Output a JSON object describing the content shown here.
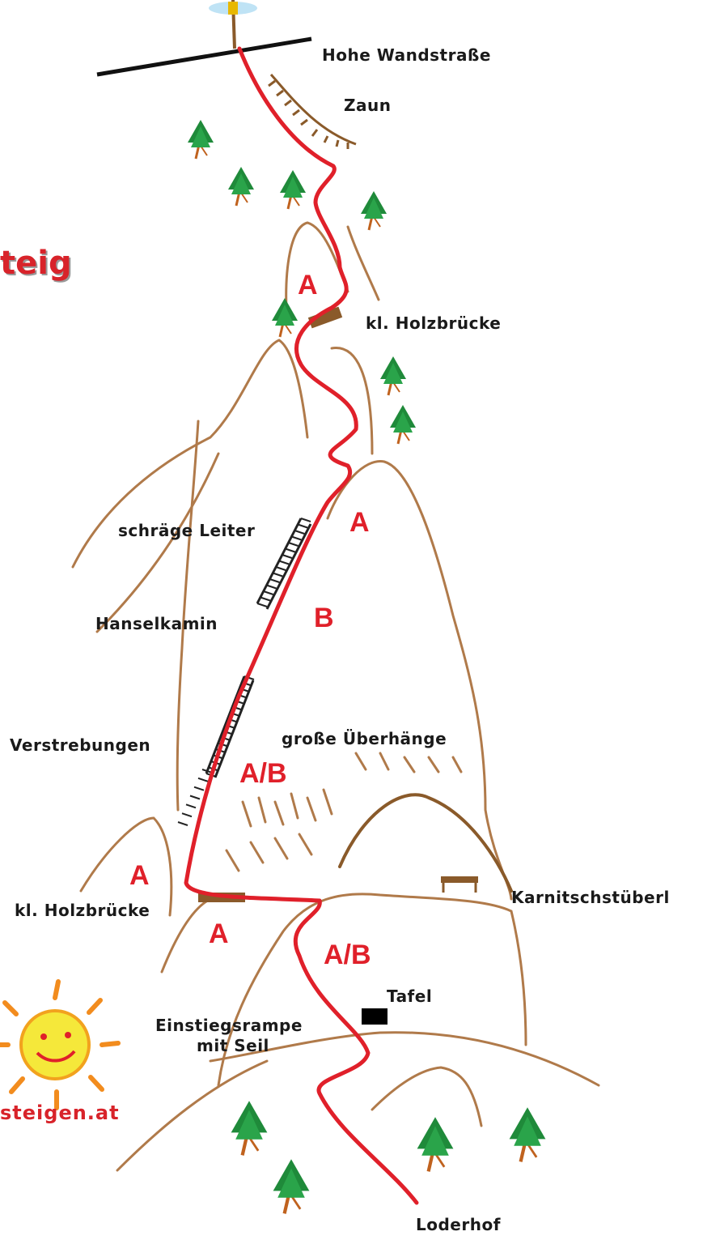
{
  "title_fragment": "teig",
  "website_fragment": "steigen.at",
  "labels": {
    "road": "Hohe Wandstraße",
    "fence": "Zaun",
    "bridge_upper": "kl. Holzbrücke",
    "ladder": "schräge Leiter",
    "chimney": "Hanselkamin",
    "struts": "Verstrebungen",
    "overhangs": "große Überhänge",
    "hut": "Karnitschstüberl",
    "bridge_lower": "kl. Holzbrücke",
    "sign": "Tafel",
    "ramp_line1": "Einstiegsrampe",
    "ramp_line2": "mit Seil",
    "start": "Loderhof"
  },
  "grades": {
    "g1": "A",
    "g2": "A",
    "g3": "B",
    "g4": "A/B",
    "g5": "A",
    "g6": "A",
    "g7": "A/B"
  },
  "colors": {
    "route": "#e0202a",
    "rock": "#b07a4a",
    "ladder": "#222222",
    "tree": "#1f8a3a",
    "sun": "#f5e83a"
  }
}
